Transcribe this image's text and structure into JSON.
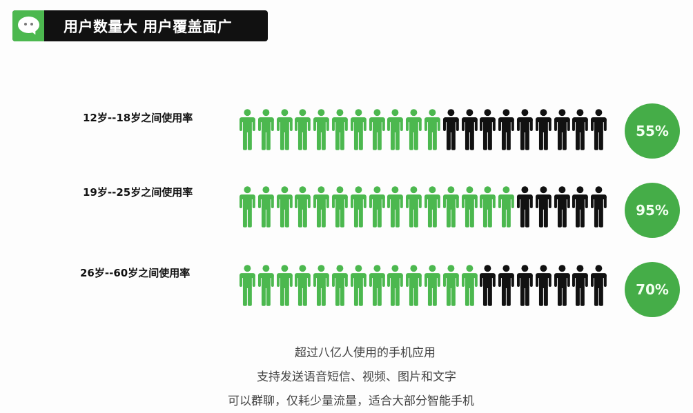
{
  "banner": {
    "title": "用户数量大 用户覆盖面广",
    "icon": "wechat-icon"
  },
  "colors": {
    "green": "#4cb84f",
    "black": "#111111",
    "circle": "#45ad48"
  },
  "rows": [
    {
      "label": "12岁--18岁之间使用率",
      "percent": "55%",
      "green": 11,
      "black": 9
    },
    {
      "label": "19岁--25岁之间使用率",
      "percent": "95%",
      "green": 15,
      "black": 5
    },
    {
      "label": "26岁--60岁之间使用率",
      "percent": "70%",
      "green": 13,
      "black": 7
    }
  ],
  "captions": [
    "超过八亿人使用的手机应用",
    "支持发送语音短信、视频、图片和文字",
    "可以群聊，仅耗少量流量，适合大部分智能手机"
  ],
  "chart_data": {
    "type": "pictograph",
    "title": "用户数量大 用户覆盖面广",
    "categories": [
      "12岁--18岁",
      "19岁--25岁",
      "26岁--60岁"
    ],
    "values": [
      55,
      95,
      70
    ],
    "unit": "%",
    "icons_per_row": 20
  }
}
